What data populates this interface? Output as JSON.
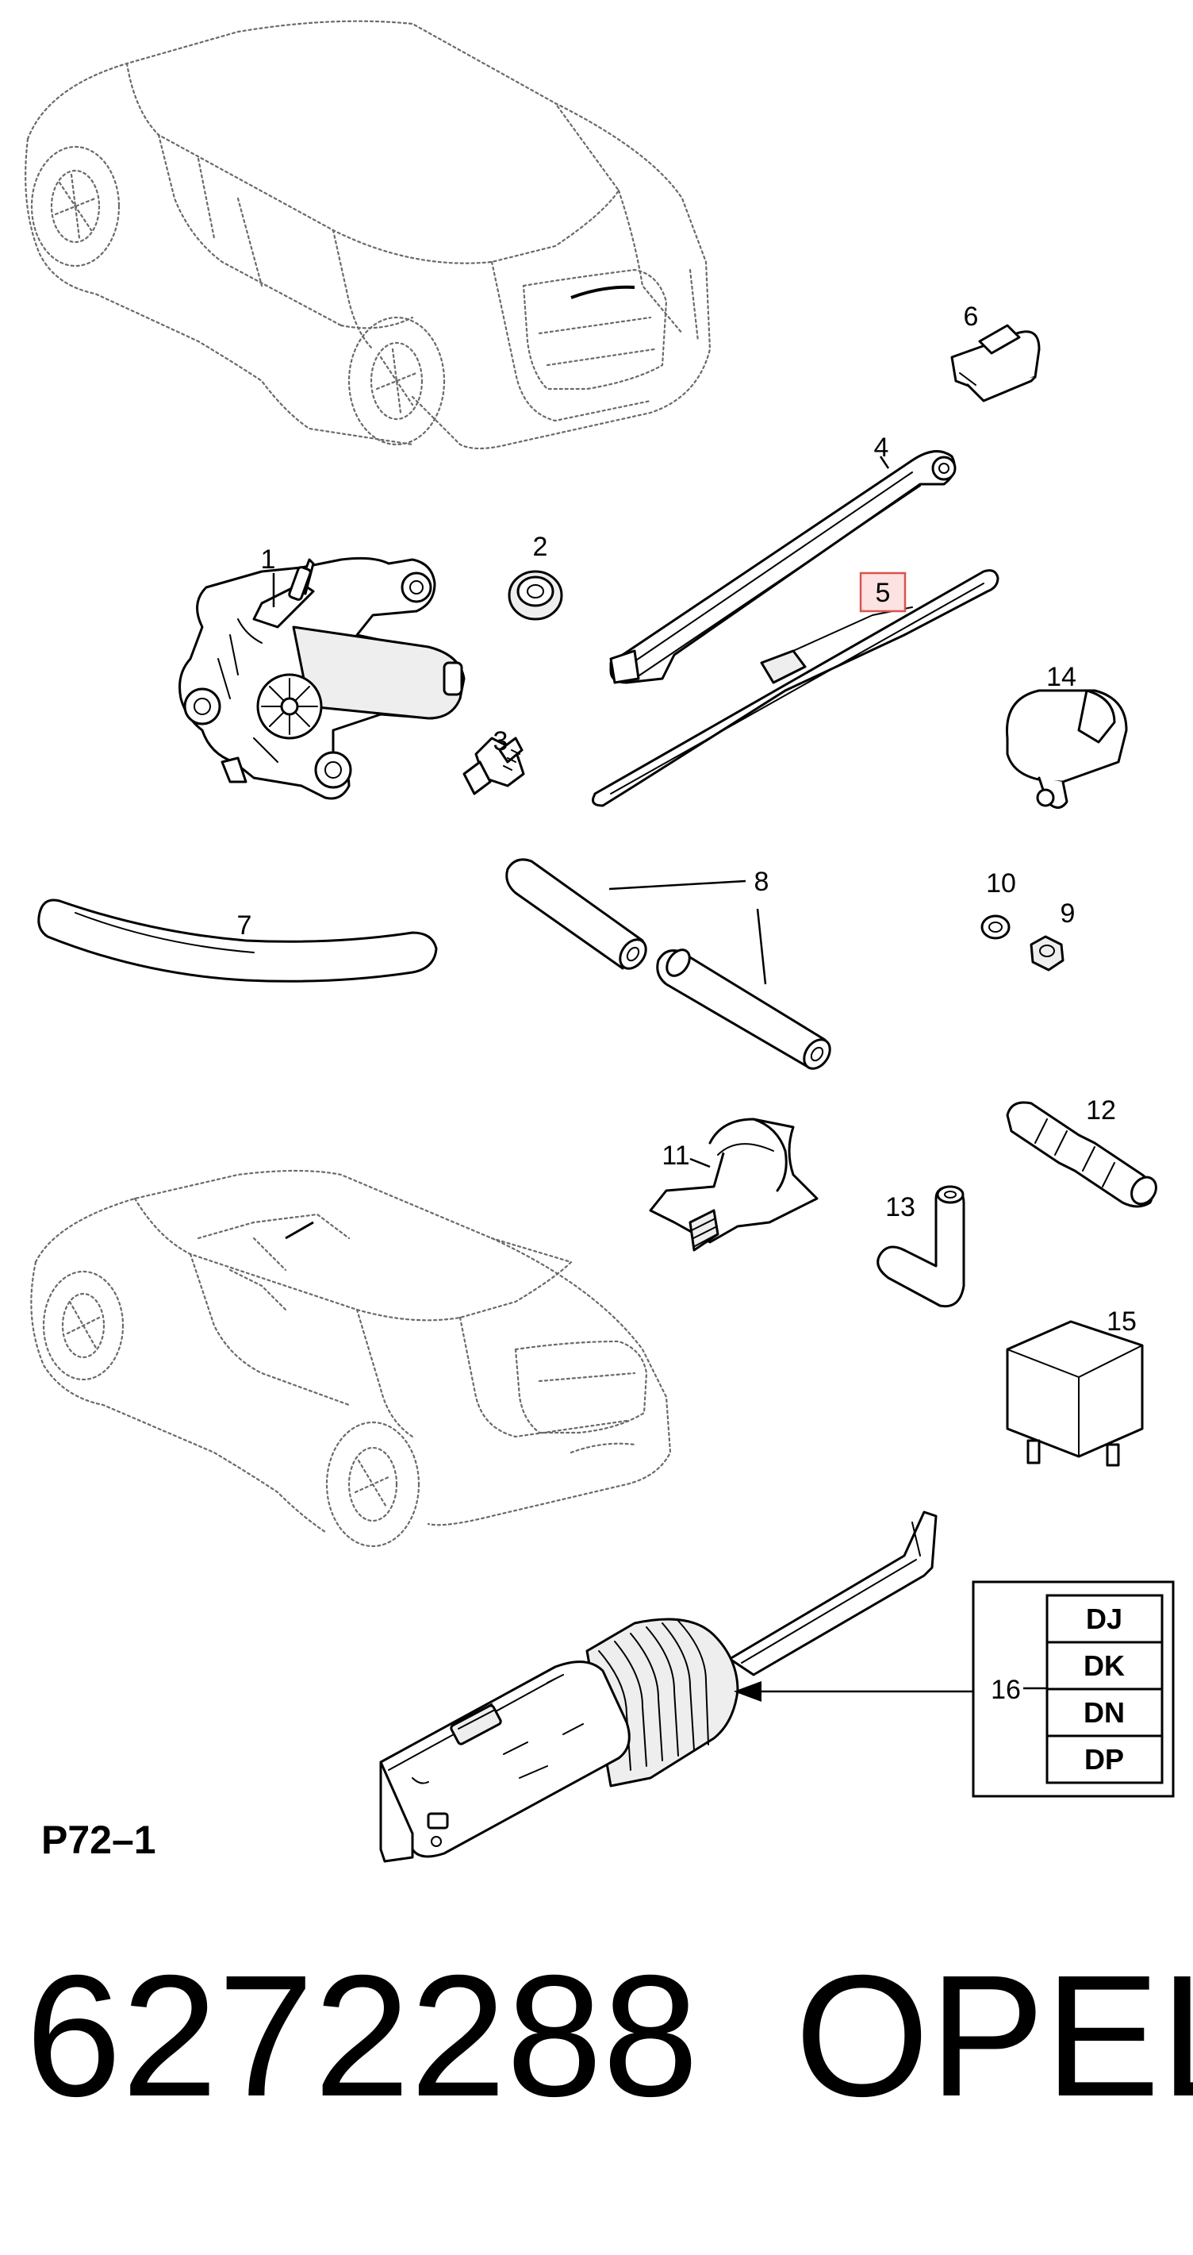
{
  "diagram": {
    "reference_code": "P72–1",
    "part_number": "6272288",
    "brand": "OPEL",
    "callouts": [
      {
        "id": "1",
        "label": "1",
        "part": "wiper-motor"
      },
      {
        "id": "2",
        "label": "2",
        "part": "grommet"
      },
      {
        "id": "3",
        "label": "3",
        "part": "bolt"
      },
      {
        "id": "4",
        "label": "4",
        "part": "wiper-arm"
      },
      {
        "id": "5",
        "label": "5",
        "part": "wiper-blade",
        "highlighted": true
      },
      {
        "id": "6",
        "label": "6",
        "part": "arm-cap"
      },
      {
        "id": "7",
        "label": "7",
        "part": "hose"
      },
      {
        "id": "8",
        "label": "8",
        "part": "hose-pair"
      },
      {
        "id": "9",
        "label": "9",
        "part": "nut"
      },
      {
        "id": "10",
        "label": "10",
        "part": "washer"
      },
      {
        "id": "11",
        "label": "11",
        "part": "hose-clip"
      },
      {
        "id": "12",
        "label": "12",
        "part": "hose-connector"
      },
      {
        "id": "13",
        "label": "13",
        "part": "elbow-connector"
      },
      {
        "id": "14",
        "label": "14",
        "part": "washer-jet"
      },
      {
        "id": "15",
        "label": "15",
        "part": "relay"
      },
      {
        "id": "16",
        "label": "16",
        "part": "wiper-switch"
      }
    ],
    "variants": [
      "DJ",
      "DK",
      "DN",
      "DP"
    ],
    "highlight_color": "#d9534f"
  }
}
